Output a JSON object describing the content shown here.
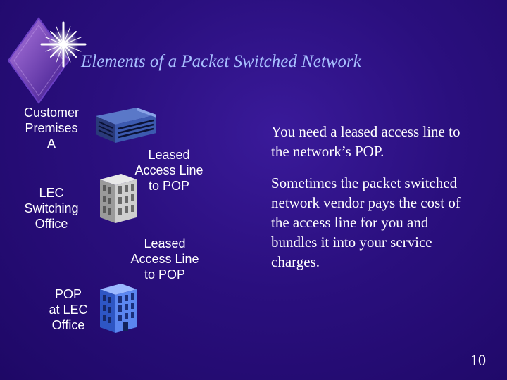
{
  "slide": {
    "title": "Elements of a Packet Switched Network",
    "page_number": "10"
  },
  "diagram": {
    "customer_premises_label": "Customer\nPremises\nA",
    "lec_office_label": "LEC\nSwitching\nOffice",
    "pop_label": "POP\nat LEC\nOffice",
    "leased_line_upper_label": "Leased\nAccess Line\nto POP",
    "leased_line_lower_label": "Leased\nAccess Line\nto POP"
  },
  "text": {
    "paragraph1": "You need a leased access line to the network’s POP.",
    "paragraph2": "Sometimes the packet switched network vendor pays the cost of the access line for you and bundles it into your service charges."
  },
  "colors": {
    "background": "#2a0f7e",
    "title": "#a8c0ff",
    "text": "#ffffff"
  }
}
